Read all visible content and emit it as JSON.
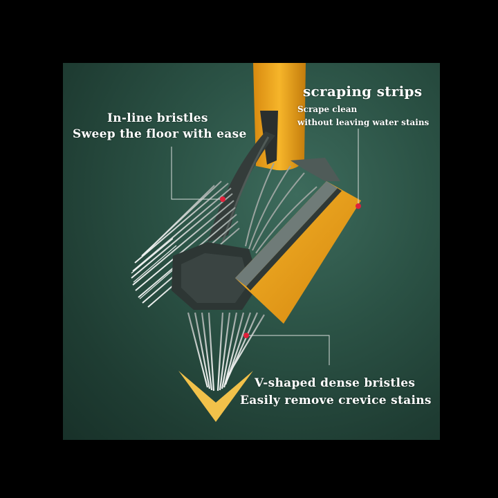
{
  "labels": {
    "inline": {
      "title": "In-line bristles",
      "subtitle": "Sweep the floor with ease"
    },
    "scraping": {
      "title": "scraping strips",
      "line1": "Scrape clean",
      "line2": "without leaving water stains"
    },
    "vshaped": {
      "title": "V-shaped dense bristles",
      "subtitle": "Easily remove crevice stains"
    }
  },
  "colors": {
    "background": "#2b5245",
    "handle": "#f0a81e",
    "brush_head": "#2d3634",
    "bristles": "#c9cfcc",
    "marker": "#e0203a"
  }
}
